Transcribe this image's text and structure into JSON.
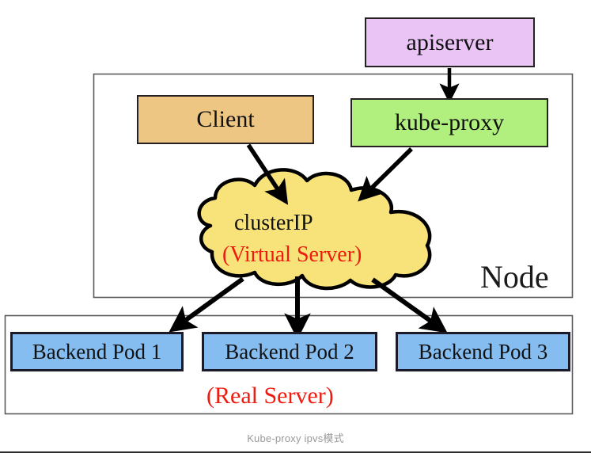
{
  "diagram": {
    "caption": "Kube-proxy ipvs模式",
    "containers": [
      {
        "name": "node",
        "label": "Node"
      },
      {
        "name": "backend-pods",
        "label": ""
      }
    ],
    "nodes": {
      "apiserver": {
        "label": "apiserver",
        "fill": "#eac4f5",
        "stroke": "#262020"
      },
      "client": {
        "label": "Client",
        "fill": "#eec684",
        "stroke": "#262020"
      },
      "kube_proxy": {
        "label": "kube-proxy",
        "fill": "#b1f07f",
        "stroke": "#262020"
      },
      "cluster_ip": {
        "label": "clusterIP",
        "sublabel": "(Virtual Server)",
        "fill": "#f8e27a",
        "stroke": "#000000",
        "label_color": "#111111",
        "sublabel_color": "#ee1b10"
      },
      "pod_1": {
        "label": "Backend Pod 1",
        "fill": "#85bdf0",
        "stroke": "#1a1a28"
      },
      "pod_2": {
        "label": "Backend Pod 2",
        "fill": "#85bdf0",
        "stroke": "#1a1a28"
      },
      "pod_3": {
        "label": "Backend Pod 3",
        "fill": "#85bdf0",
        "stroke": "#1a1a28"
      }
    },
    "annotations": {
      "real_server": {
        "label": "(Real Server)",
        "color": "#ee1b10"
      }
    },
    "edges": [
      {
        "from": "apiserver",
        "to": "kube_proxy"
      },
      {
        "from": "client",
        "to": "cluster_ip"
      },
      {
        "from": "kube_proxy",
        "to": "cluster_ip"
      },
      {
        "from": "cluster_ip",
        "to": "pod_1"
      },
      {
        "from": "cluster_ip",
        "to": "pod_2"
      },
      {
        "from": "cluster_ip",
        "to": "pod_3"
      }
    ]
  }
}
